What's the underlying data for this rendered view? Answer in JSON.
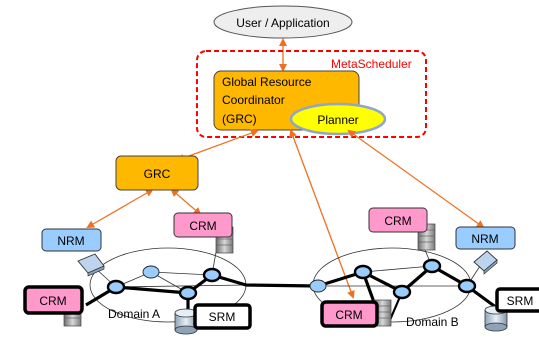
{
  "labels": {
    "user_app": "User / Application",
    "metascheduler": "MetaScheduler",
    "grc_main_1": "Global Resource",
    "grc_main_2": "Coordinator",
    "grc_main_3": "(GRC)",
    "planner": "Planner",
    "grc": "GRC",
    "nrm": "NRM",
    "crm": "CRM",
    "srm": "SRM",
    "domain_a": "Domain A",
    "domain_b": "Domain B"
  },
  "colors": {
    "grc_fill": "#ffb800",
    "planner_fill": "#ffff00",
    "planner_border": "#8fa6c8",
    "crm_fill": "#ff99cc",
    "nrm_fill": "#99ccff",
    "node_fill": "#99ccff",
    "orange_arrow": "#f07020",
    "metascheduler_red": "#ff0000",
    "user_fill": "#eeeeee"
  },
  "icons": [
    "server-icon",
    "storage-icon",
    "router-node-icon",
    "network-switch-icon"
  ]
}
